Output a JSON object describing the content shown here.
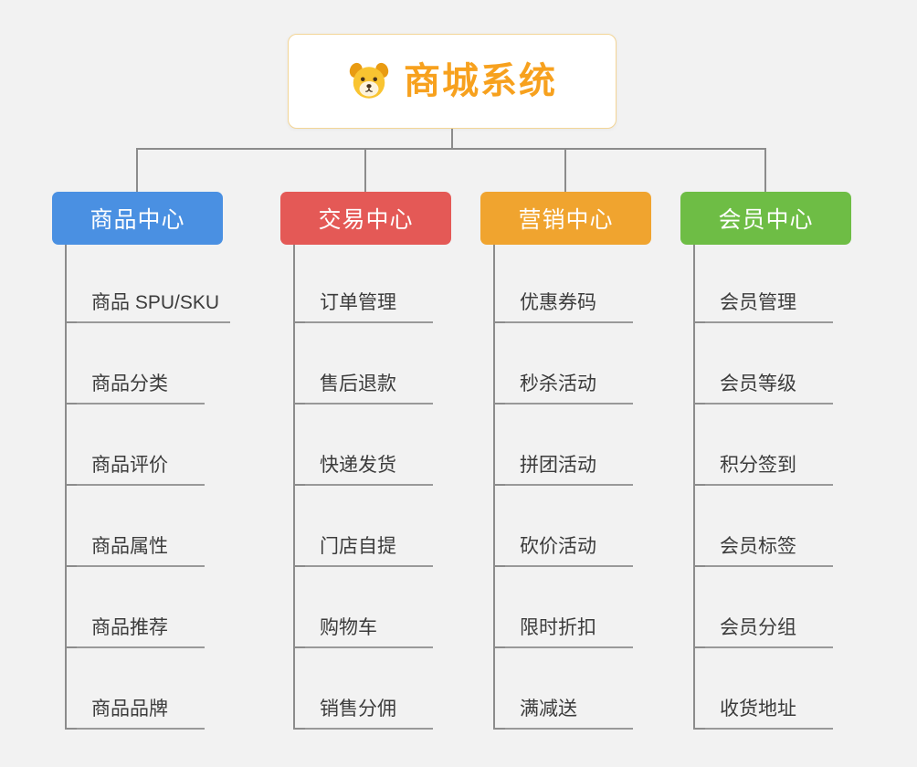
{
  "root": {
    "title": "商城系统"
  },
  "branches": [
    {
      "label": "商品中心",
      "color": "#4a90e2",
      "children": [
        "商品 SPU/SKU",
        "商品分类",
        "商品评价",
        "商品属性",
        "商品推荐",
        "商品品牌"
      ]
    },
    {
      "label": "交易中心",
      "color": "#e45956",
      "children": [
        "订单管理",
        "售后退款",
        "快递发货",
        "门店自提",
        "购物车",
        "销售分佣"
      ]
    },
    {
      "label": "营销中心",
      "color": "#f0a42f",
      "children": [
        "优惠券码",
        "秒杀活动",
        "拼团活动",
        "砍价活动",
        "限时折扣",
        "满减送"
      ]
    },
    {
      "label": "会员中心",
      "color": "#6ebd45",
      "children": [
        "会员管理",
        "会员等级",
        "积分签到",
        "会员标签",
        "会员分组",
        "收货地址"
      ]
    }
  ],
  "colors": {
    "background": "#f2f2f2",
    "connector": "#8c8c8c",
    "root_title": "#f7a11e",
    "root_border": "#f3d596",
    "child_text": "#3c3c3c",
    "child_underline": "#999999"
  }
}
